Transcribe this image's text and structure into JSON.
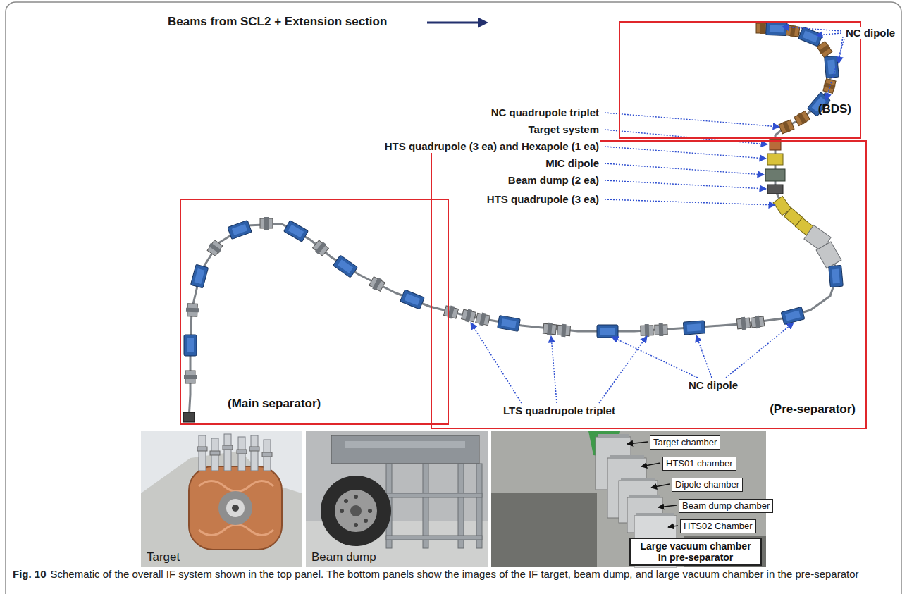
{
  "diagram": {
    "caption": "Schematic of the overall IF system shown in the top panel. The bottom panels show the images of the IF target, beam dump, and large vacuum chamber in the pre-separator",
    "nodes": [
      {
        "text": [
          "(BDS)"
        ]
      },
      {
        "text": [
          "(Pre-separator)"
        ]
      },
      {
        "text": [
          "(Main separator)"
        ]
      },
      {
        "text": [
          "Target chamber"
        ]
      },
      {
        "text": [
          "HTS01 chamber"
        ]
      },
      {
        "text": [
          "Dipole chamber"
        ]
      },
      {
        "text": [
          "Beam dump chamber"
        ]
      },
      {
        "text": [
          "HTS02 Chamber"
        ]
      },
      {
        "text": [
          "Large vacuum chamber In pre-separator"
        ]
      }
    ],
    "labels": [
      "Beams from SCL2 + Extension section",
      "NC dipole",
      "NC quadrupole triplet",
      "Target system",
      "HTS quadrupole (3 ea) and Hexapole (1 ea)",
      "MIC dipole",
      "Beam dump (2 ea)",
      "HTS quadrupole (3 ea)",
      "NC dipole",
      "LTS quadrupole triplet",
      "Target",
      "Beam dump",
      "Fig. 10"
    ]
  }
}
